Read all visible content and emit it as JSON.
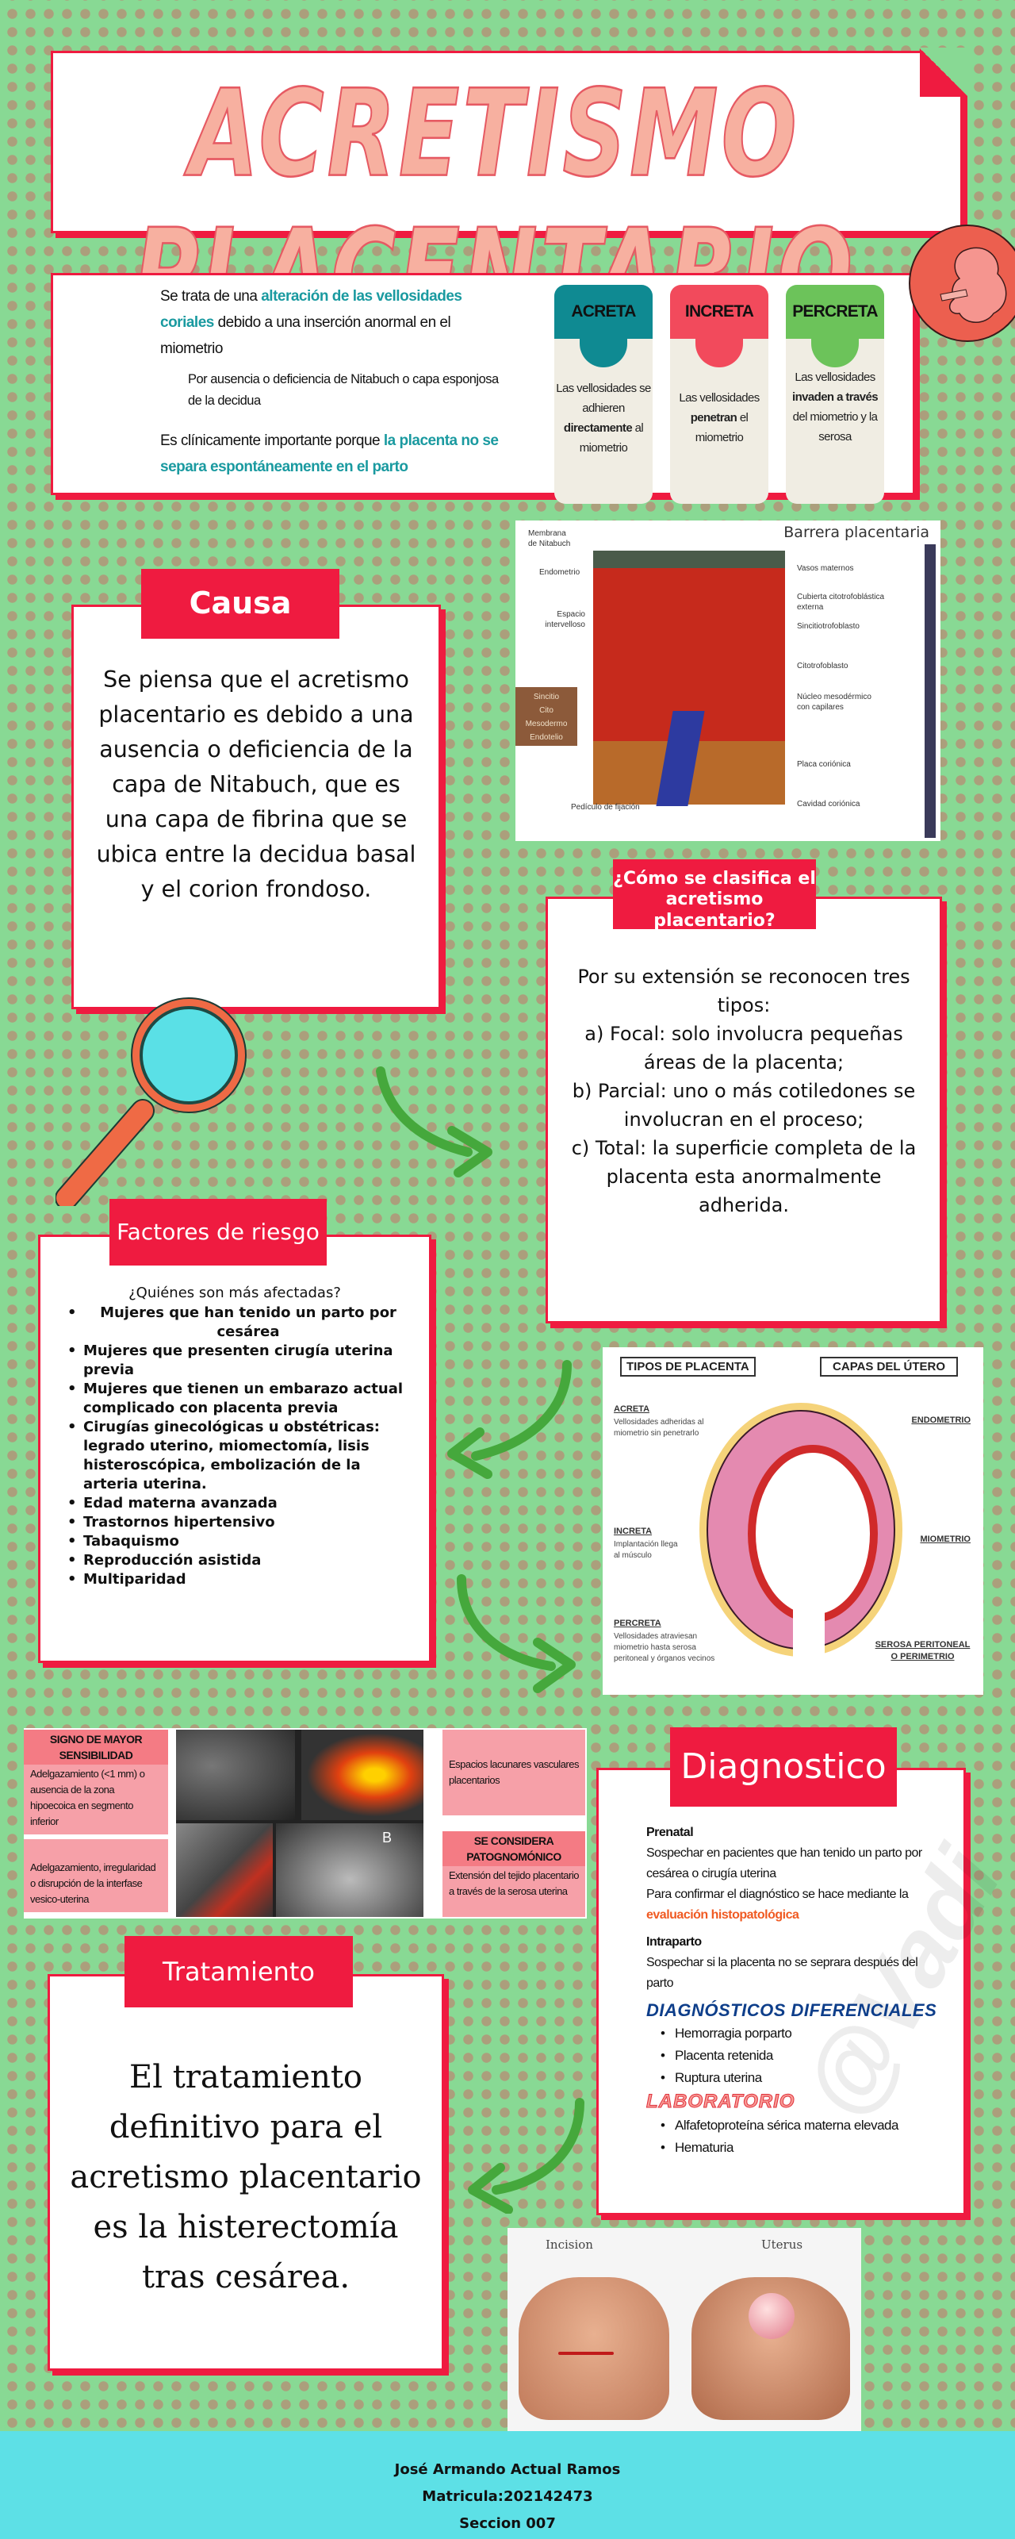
{
  "header": {
    "title": "ACRETISMO PLACENTARIO"
  },
  "intro": {
    "line1_pre": "Se trata de una ",
    "line1_highlight": "alteración de las vellosidades coriales",
    "line1_post": " debido a una inserción anormal en el miometrio",
    "sub": "Por ausencia o deficiencia de Nitabuch o capa esponjosa de la decidua",
    "importance_pre": "Es clínicamente importante porque ",
    "importance_highlight": "la placenta no se separa espontáneamente en el parto"
  },
  "types": [
    {
      "name": "ACRETA",
      "color": "#0f8a92",
      "pre": "Las vellosidades se adhieren ",
      "bold": "directamente",
      "post": " al miometrio"
    },
    {
      "name": "INCRETA",
      "color": "#f24a5c",
      "pre": "Las vellosidades ",
      "bold": "penetran",
      "post": " el miometrio"
    },
    {
      "name": "PERCRETA",
      "color": "#6cc35a",
      "pre": "Las vellosidades ",
      "bold": "invaden a través",
      "post": " del miometrio y la serosa"
    }
  ],
  "barrier_figure": {
    "title": "Barrera placentaria",
    "left_labels": [
      "Membrana de Nitabuch",
      "Endometrio",
      "Espacio intervelloso"
    ],
    "box_labels": [
      "Sincitio",
      "Cito",
      "Mesodermo",
      "Endotelio"
    ],
    "right_labels": [
      "Vasos maternos",
      "Cubierta citotrofoblástica externa",
      "Sincitiotrofoblasto",
      "Citotrofoblasto",
      "Núcleo mesodérmico con capilares",
      "Placa coriónica",
      "Cavidad coriónica"
    ],
    "bottom_label": "Pedículo de fijación"
  },
  "causa": {
    "title": "Causa",
    "text": "Se piensa que el acretismo placentario es debido a una ausencia o deficiencia de la capa de Nitabuch, que es una capa de fibrina que se ubica entre la decidua basal y el corion frondoso."
  },
  "clasificacion": {
    "title": "¿Cómo se clasifica el acretismo placentario?",
    "lines": [
      "Por su extensión se reconocen tres tipos:",
      "a) Focal: solo involucra pequeñas áreas de la placenta;",
      "b) Parcial: uno o más cotiledones se involucran en el proceso;",
      "c) Total: la superficie completa de la placenta esta anormalmente adherida."
    ]
  },
  "factores": {
    "title": "Factores de riesgo",
    "question": "¿Quiénes son más afectadas?",
    "items": [
      "Mujeres que han tenido un parto por cesárea",
      "Mujeres que presenten cirugía uterina previa",
      "Mujeres que tienen un embarazo actual complicado con placenta previa",
      "Cirugías ginecológicas u obstétricas: legrado uterino, miomectomía, lisis histeroscópica, embolización de la arteria uterina.",
      "Edad materna avanzada",
      "Trastornos hipertensivo",
      "Tabaquismo",
      "Reproducción asistida",
      "Multiparidad"
    ]
  },
  "uterus_figure": {
    "left_title": "TIPOS DE PLACENTA",
    "right_title": "CAPAS DEL ÚTERO",
    "types": [
      {
        "name": "ACRETA",
        "desc": "Vellosidades adheridas al miometrio sin penetrarlo"
      },
      {
        "name": "INCRETA",
        "desc": "Implantación llega al músculo"
      },
      {
        "name": "PERCRETA",
        "desc": "Vellosidades atraviesan miometrio hasta serosa peritoneal y órganos vecinos"
      }
    ],
    "layers": [
      "ENDOMETRIO",
      "MIOMETRIO",
      "SEROSA PERITONEAL O PERIMETRIO"
    ]
  },
  "ultrasound": {
    "box1_head": "SIGNO DE MAYOR SENSIBILIDAD",
    "box1_text": "Adelgazamiento (<1 mm) o ausencia de la zona hipoecoica en segmento inferior",
    "box2_text": "Adelgazamiento, irregularidad o disrupción de la interfase vesico-uterina",
    "box3_text": "Espacios lacunares vasculares placentarios",
    "box4_head": "SE CONSIDERA PATOGNOMÓNICO",
    "box4_text": "Extensión del tejido placentario a través de la serosa uterina",
    "image_label": "B"
  },
  "diagnostico": {
    "title": "Diagnostico",
    "prenatal_label": "Prenatal",
    "prenatal_text": "Sospechar en pacientes que han tenido un parto por cesárea o cirugía uterina",
    "confirm_text": "Para confirmar el diagnóstico se hace mediante la",
    "confirm_highlight": "evaluación histopatológica",
    "intraparto_label": "Intraparto",
    "intraparto_text": "Sospechar si la placenta no se seprara después del parto",
    "diferenciales_title": "DIAGNÓSTICOS DIFERENCIALES",
    "diferenciales": [
      "Hemorragia porparto",
      "Placenta retenida",
      "Ruptura uterina"
    ],
    "laboratorio_title": "LABORATORIO",
    "laboratorio": [
      "Alfafetoproteína sérica materna elevada",
      "Hematuria"
    ],
    "watermark": "@Vadi"
  },
  "tratamiento": {
    "title": "Tratamiento",
    "text": "El tratamiento definitivo para el acretismo placentario es la histerectomía tras cesárea."
  },
  "surgery_figure": {
    "left_label": "Incision",
    "right_label": "Uterus"
  },
  "footer": {
    "name": "José Armando Actual Ramos",
    "matricula": "Matricula:202142473",
    "seccion": "Seccion 007"
  },
  "colors": {
    "accent_red": "#ef1b40",
    "background_green": "#88d994",
    "dot_color": "#ab9f7c",
    "footer_cyan": "#5de0e6",
    "teal_highlight": "#1a9aa0",
    "arrow_green": "#45a83c"
  }
}
